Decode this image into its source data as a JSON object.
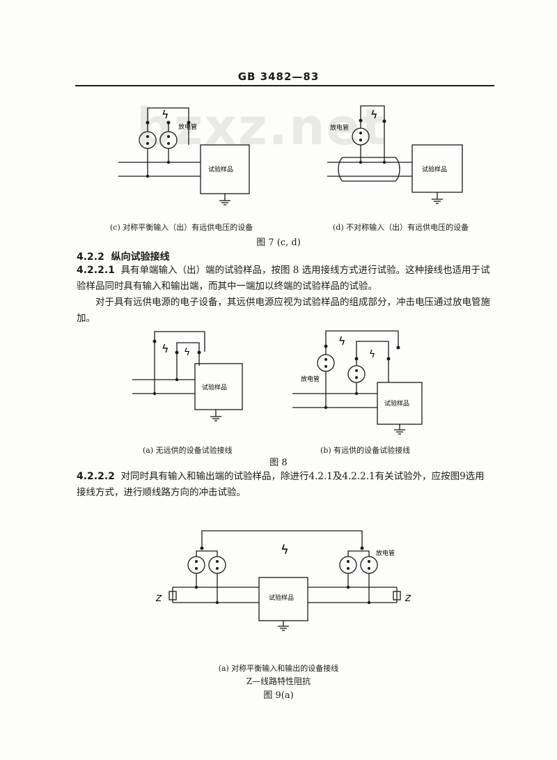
{
  "header": {
    "standard_code": "GB 3482—83"
  },
  "watermark": "bzxz.net",
  "fig7": {
    "c_caption": "(c) 对称平衡输入（出）有远供电压的设备",
    "d_caption": "(d) 不对称输入（出）有远供电压的设备",
    "label": "图 7 (c, d)"
  },
  "labels": {
    "discharge_tube": "放电管",
    "test_sample": "试验样品",
    "spark": "ϟ",
    "impedance": "Z"
  },
  "section_4_2_2": {
    "number": "4.2.2",
    "title": "纵向试验接线"
  },
  "section_4_2_2_1": {
    "number": "4.2.2.1",
    "line1": "具有单端输入（出）端的试验样品，按图 8 选用接线方式进行试验。这种接线也适用于试",
    "line2": "验样品同时具有输入和输出端，而其中一端加以终端的试验样品的试验。",
    "line3": "对于具有远供电源的电子设备，其远供电源应视为试验样品的组成部分，冲击电压通过放电管施",
    "line4": "加。"
  },
  "fig8": {
    "a_caption": "(a) 无远供的设备试验接线",
    "b_caption": "(b) 有远供的设备试验接线",
    "label": "图 8"
  },
  "section_4_2_2_2": {
    "number": "4.2.2.2",
    "line1": "对同时具有输入和输出端的试验样品，除进行4.2.1及4.2.2.1有关试验外，应按图9选用",
    "line2": "接线方式，进行顺线路方向的冲击试验。"
  },
  "fig9": {
    "a_caption": "(a) 对称平衡输入和输出的设备接线",
    "note": "Z—线路特性阻抗",
    "label": "图 9(a)"
  }
}
